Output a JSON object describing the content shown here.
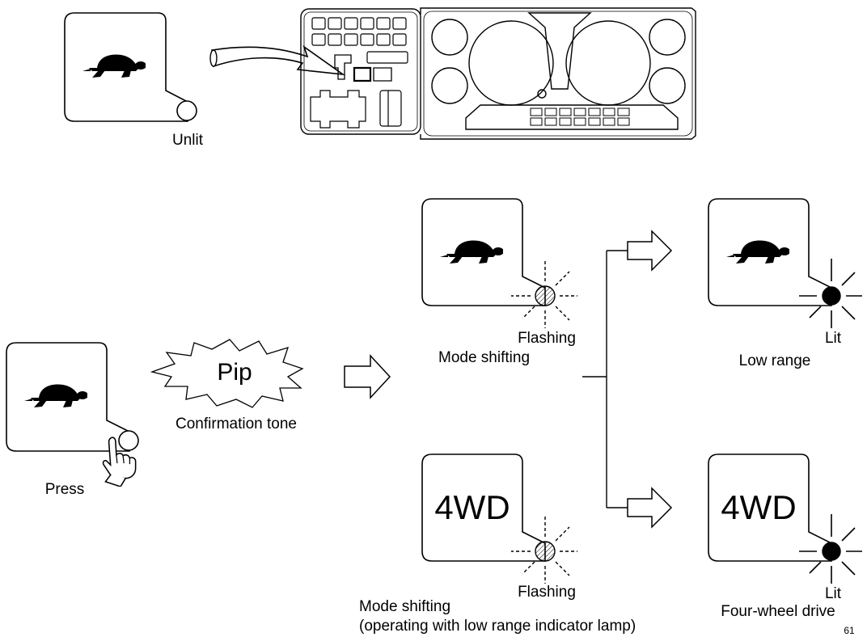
{
  "labels": {
    "unlit": "Unlit",
    "press": "Press",
    "pip": "Pip",
    "confirmation_tone": "Confirmation tone",
    "flashing_top": "Flashing",
    "mode_shifting_top": "Mode shifting",
    "lit_top": "Lit",
    "low_range": "Low range",
    "four_wd_mid": "4WD",
    "four_wd_right": "4WD",
    "flashing_bottom": "Flashing",
    "mode_shifting_bottom": "Mode shifting",
    "operating_note": "(operating with low range indicator lamp)",
    "lit_bottom": "Lit",
    "four_wheel_drive": "Four-wheel drive",
    "page_number": "61"
  },
  "icons": {
    "switch_symbol": "turtle-icon",
    "hand": "pointing-hand-icon",
    "lamp_flashing": "hatched-lamp-icon",
    "lamp_lit": "filled-lamp-icon",
    "arrow": "outline-arrow-icon"
  },
  "colors": {
    "ink": "#000000",
    "background": "#ffffff"
  }
}
